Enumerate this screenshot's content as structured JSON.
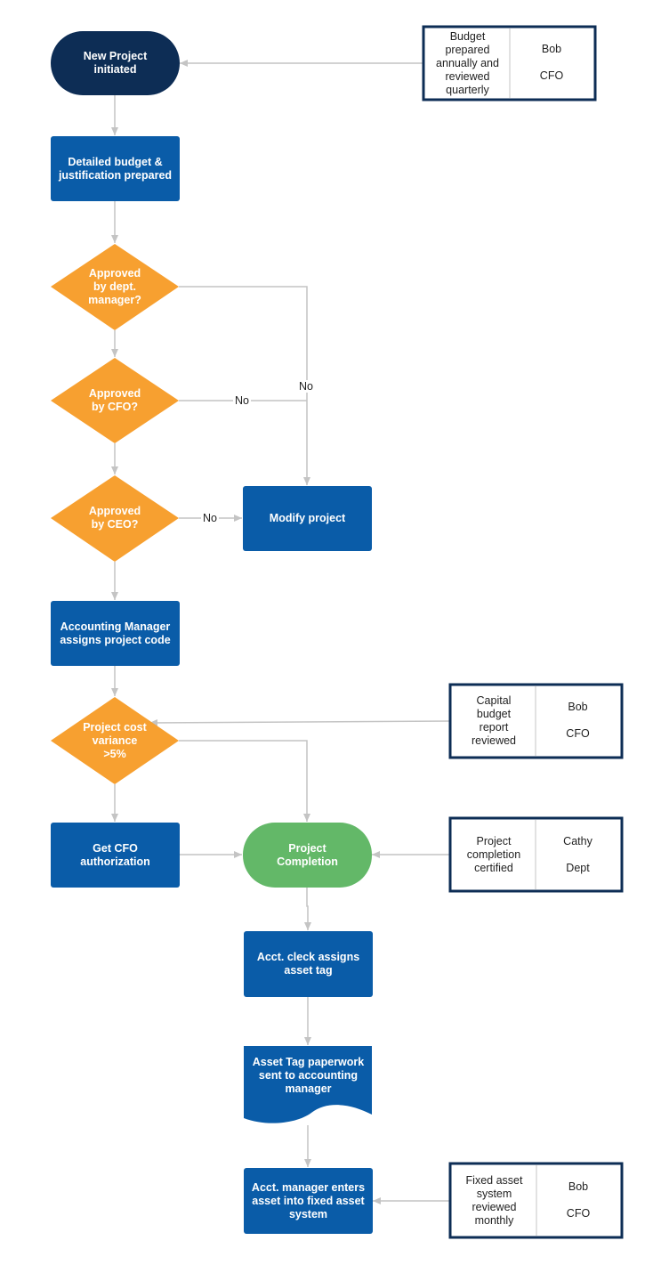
{
  "colors": {
    "dark_navy": "#0d2d55",
    "process_blue": "#0a5ca8",
    "decision_orange": "#f7a030",
    "completion_green": "#63b868",
    "connector_gray": "#c4c4c4",
    "note_border": "#0d2d55"
  },
  "nodes": {
    "start": "New Project\ninitiated",
    "budget": "Detailed budget &\njustification prepared",
    "dept_approval": "Approved\nby dept.\nmanager?",
    "cfo_approval": "Approved\nby CFO?",
    "ceo_approval": "Approved\nby CEO?",
    "modify": "Modify project",
    "assign_code": "Accounting Manager\nassigns project code",
    "variance": "Project cost\nvariance\n>5%",
    "cfo_auth": "Get CFO\nauthorization",
    "completion": "Project\nCompletion",
    "asset_tag": "Acct. cleck assigns\nasset tag",
    "paperwork": "Asset Tag paperwork\nsent to accounting\nmanager",
    "enter_asset": "Acct. manager enters\nasset into fixed asset\nsystem"
  },
  "edge_labels": {
    "dept_no": "No",
    "cfo_no": "No",
    "ceo_no": "No"
  },
  "notes": {
    "budget_review": {
      "control": "Budget\nprepared\nannually and\nreviewed\nquarterly",
      "owner": "Bob",
      "role": "CFO"
    },
    "capital_report": {
      "control": "Capital\nbudget\nreport\nreviewed",
      "owner": "Bob",
      "role": "CFO"
    },
    "completion_cert": {
      "control": "Project\ncompletion\ncertified",
      "owner": "Cathy",
      "role": "Dept"
    },
    "fixed_asset": {
      "control": "Fixed asset\nsystem\nreviewed\nmonthly",
      "owner": "Bob",
      "role": "CFO"
    }
  }
}
